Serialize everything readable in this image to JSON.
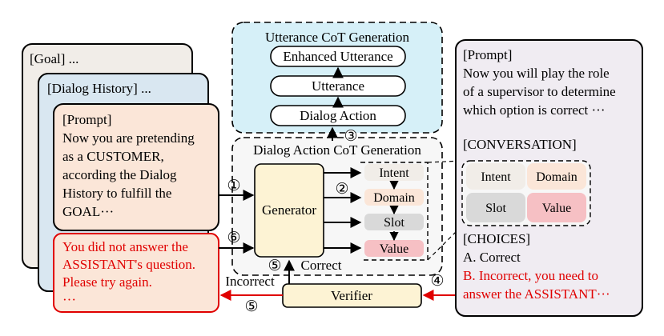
{
  "cards": {
    "goal": "[Goal] ...",
    "history": "[Dialog History] ...",
    "prompt_lines": [
      "[Prompt]",
      "Now you are pretending",
      "as a CUSTOMER,",
      "according the Dialog",
      "History to fulfill the",
      "GOAL···"
    ],
    "feedback_lines": [
      "You did not answer the",
      "ASSISTANT's question.",
      "Please try again.",
      "···"
    ]
  },
  "utterance_cot": {
    "title": "Utterance CoT Generation",
    "enhanced": "Enhanced Utterance",
    "utterance": "Utterance",
    "dialog_action": "Dialog Action"
  },
  "dialog_action_cot": {
    "title": "Dialog Action CoT Generation",
    "generator": "Generator",
    "steps": [
      "Intent",
      "Domain",
      "Slot",
      "Value"
    ],
    "correct": "Correct"
  },
  "verifier": {
    "label": "Verifier",
    "incorrect": "Incorrect"
  },
  "step_numbers": [
    "①",
    "②",
    "③",
    "④",
    "⑤",
    "⑤",
    "⑥"
  ],
  "supervisor": {
    "prompt_lines": [
      "[Prompt]",
      "Now you will play the role",
      "of a supervisor to determine",
      "which option is correct ···"
    ],
    "conversation_label": "[CONVERSATION]",
    "grid": [
      "Intent",
      "Domain",
      "Slot",
      "Value"
    ],
    "choices_label": "[CHOICES]",
    "choice_a": "A. Correct",
    "choice_b_lines": [
      "B. Incorrect, you need to",
      "answer the ASSISTANT···"
    ]
  },
  "colors": {
    "red": "#e00000",
    "cyan_panel": "#d6f0f8",
    "peach": "#fbe6d8",
    "yellow": "#fdf3d4",
    "lavender": "#f0ecf2",
    "history_blue": "#d9e7f1",
    "goal_beige": "#f1ede8",
    "pink": "#f6c0c4",
    "gray": "#d9d9d9"
  }
}
